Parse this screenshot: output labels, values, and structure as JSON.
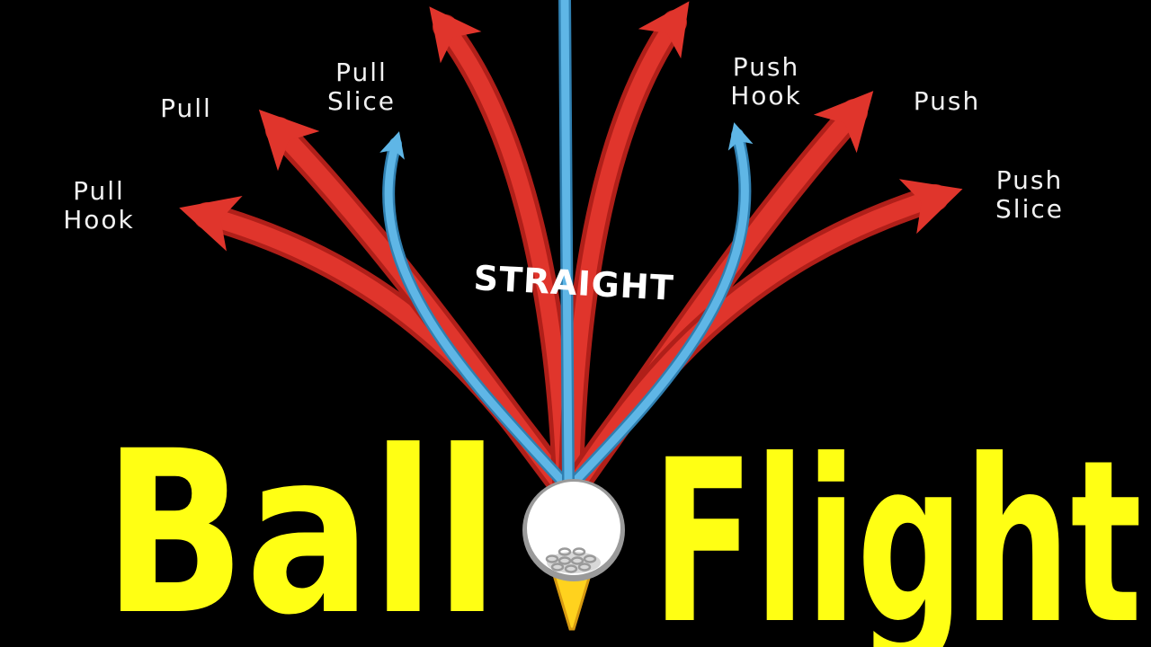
{
  "title": {
    "word1": "Ball",
    "word2": "Flight"
  },
  "center_label": "STRAIGHT",
  "shots": [
    {
      "id": "pull-hook",
      "lines": [
        "Pull",
        "Hook"
      ],
      "color": "#d42a22"
    },
    {
      "id": "pull",
      "lines": [
        "Pull"
      ],
      "color": "#d42a22"
    },
    {
      "id": "pull-slice",
      "lines": [
        "Pull",
        "Slice"
      ],
      "color": "#4aa8dc"
    },
    {
      "id": "straight",
      "lines": [],
      "color": "#4aa8dc"
    },
    {
      "id": "push-hook",
      "lines": [
        "Push",
        "Hook"
      ],
      "color": "#4aa8dc"
    },
    {
      "id": "push",
      "lines": [
        "Push"
      ],
      "color": "#d42a22"
    },
    {
      "id": "push-slice",
      "lines": [
        "Push",
        "Slice"
      ],
      "color": "#d42a22"
    }
  ],
  "colors": {
    "background": "#000000",
    "red_arrow": "#d42a22",
    "blue_arrow": "#4aa8dc",
    "title_yellow": "#ffff14",
    "tee": "#ffd21e"
  }
}
